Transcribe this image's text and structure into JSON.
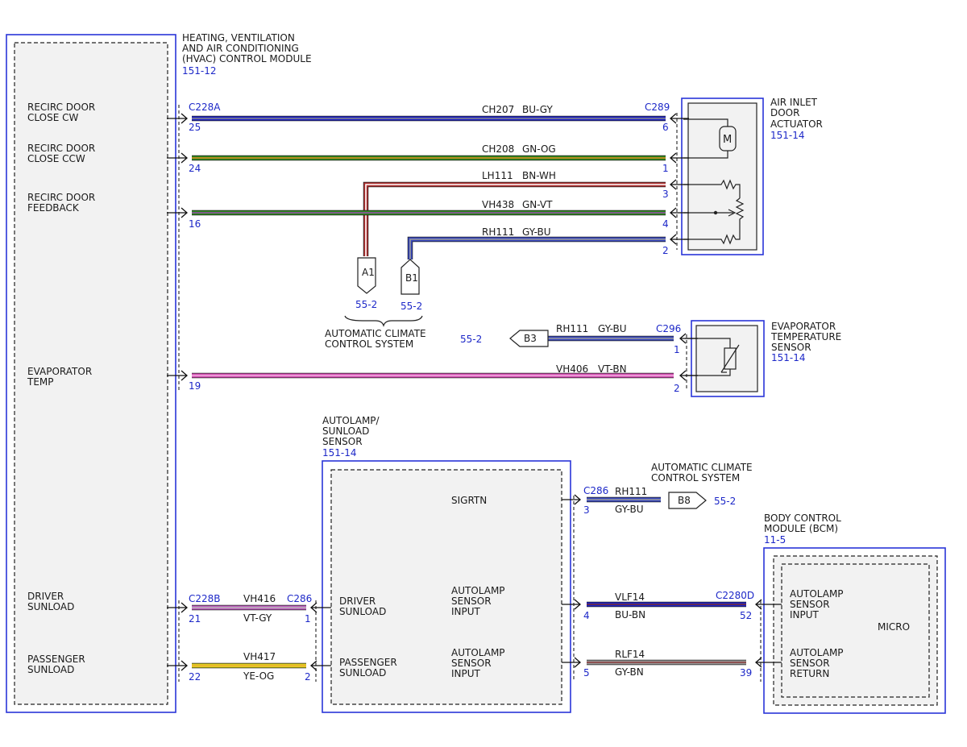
{
  "modules": {
    "hvac": {
      "title_lines": [
        "HEATING, VENTILATION",
        "AND AIR CONDITIONING",
        "(HVAC) CONTROL MODULE"
      ],
      "ref": "151-12"
    },
    "air_inlet": {
      "title_lines": [
        "AIR INLET",
        "DOOR",
        "ACTUATOR"
      ],
      "ref": "151-14"
    },
    "evap_sensor": {
      "title_lines": [
        "EVAPORATOR",
        "TEMPERATURE",
        "SENSOR"
      ],
      "ref": "151-14"
    },
    "autolamp": {
      "title_lines": [
        "AUTOLAMP/",
        "SUNLOAD",
        "SENSOR"
      ],
      "ref": "151-14"
    },
    "bcm": {
      "title_lines": [
        "BODY CONTROL",
        "MODULE (BCM)"
      ],
      "ref": "11-5"
    }
  },
  "hvac_pins": [
    {
      "lines": [
        "RECIRC DOOR",
        "CLOSE CW"
      ]
    },
    {
      "lines": [
        "RECIRC DOOR",
        "CLOSE CCW"
      ]
    },
    {
      "lines": [
        "RECIRC DOOR",
        "FEEDBACK"
      ]
    },
    {
      "lines": [
        "EVAPORATOR",
        "TEMP"
      ]
    },
    {
      "lines": [
        "DRIVER",
        "SUNLOAD"
      ]
    },
    {
      "lines": [
        "PASSENGER",
        "SUNLOAD"
      ]
    }
  ],
  "connectors": {
    "c228a": "C228A",
    "c289": "C289",
    "c296": "C296",
    "c228b": "C228B",
    "c286_left": "C286",
    "c286_right": "C286",
    "c2280d": "C2280D"
  },
  "wires": [
    {
      "circuit": "CH207",
      "color_code": "BU-GY",
      "pin_left": "25",
      "pin_right": "6",
      "colors": [
        "#1d22c8",
        "#8a8a8a"
      ]
    },
    {
      "circuit": "CH208",
      "color_code": "GN-OG",
      "pin_left": "24",
      "pin_right": "1",
      "colors": [
        "#2f8a1e",
        "#e08a20"
      ]
    },
    {
      "circuit": "LH111",
      "color_code": "BN-WH",
      "pin_right": "3",
      "colors": [
        "#b03030",
        "#ffffff"
      ]
    },
    {
      "circuit": "VH438",
      "color_code": "GN-VT",
      "pin_left": "16",
      "pin_right": "4",
      "colors": [
        "#2f8a1e",
        "#9a4ab0"
      ]
    },
    {
      "circuit": "RH111",
      "color_code": "GY-BU",
      "pin_right": "2",
      "colors": [
        "#3848c0",
        "#9a9a9a"
      ]
    },
    {
      "circuit": "RH111",
      "color_code": "GY-BU",
      "pin_right": "1",
      "colors": [
        "#3848c0",
        "#9a9a9a"
      ]
    },
    {
      "circuit": "VH406",
      "color_code": "VT-BN",
      "pin_left": "19",
      "pin_right": "2",
      "colors": [
        "#d64fb4",
        "#f0b0e0"
      ]
    },
    {
      "circuit": "RH111",
      "color_code": "GY-BU",
      "pin_left": "3",
      "colors": [
        "#3848c0",
        "#9a9a9a"
      ]
    },
    {
      "circuit": "VH416",
      "color_code": "VT-GY",
      "pin_left": "21",
      "pin_right": "1",
      "colors": [
        "#c060c0",
        "#b8b8b8"
      ]
    },
    {
      "circuit": "VH417",
      "color_code": "YE-OG",
      "pin_left": "22",
      "pin_right": "2",
      "colors": [
        "#e0d020",
        "#f0b030"
      ]
    },
    {
      "circuit": "VLF14",
      "color_code": "BU-BN",
      "pin_left": "4",
      "pin_right": "52",
      "colors": [
        "#1d22c8",
        "#7a2a2a"
      ]
    },
    {
      "circuit": "RLF14",
      "color_code": "GY-BN",
      "pin_left": "5",
      "pin_right": "39",
      "colors": [
        "#9a9a9a",
        "#8a3a3a"
      ]
    }
  ],
  "references": {
    "a1": {
      "label": "A1",
      "page": "55-2"
    },
    "b1": {
      "label": "B1",
      "page": "55-2"
    },
    "b3": {
      "label": "B3",
      "page": "55-2"
    },
    "b8": {
      "label": "B8",
      "page": "55-2"
    },
    "acc_mid_lines": [
      "AUTOMATIC CLIMATE",
      "CONTROL SYSTEM"
    ],
    "acc_top_lines": [
      "AUTOMATIC CLIMATE",
      "CONTROL SYSTEM"
    ]
  },
  "autolamp_labels": {
    "sigrtn": "SIGRTN",
    "driver": [
      "DRIVER",
      "SUNLOAD"
    ],
    "passenger": [
      "PASSENGER",
      "SUNLOAD"
    ],
    "input1": [
      "AUTOLAMP",
      "SENSOR",
      "INPUT"
    ],
    "input2": [
      "AUTOLAMP",
      "SENSOR",
      "INPUT"
    ]
  },
  "bcm_labels": {
    "input": [
      "AUTOLAMP",
      "SENSOR",
      "INPUT"
    ],
    "return": [
      "AUTOLAMP",
      "SENSOR",
      "RETURN"
    ],
    "micro": "MICRO"
  }
}
